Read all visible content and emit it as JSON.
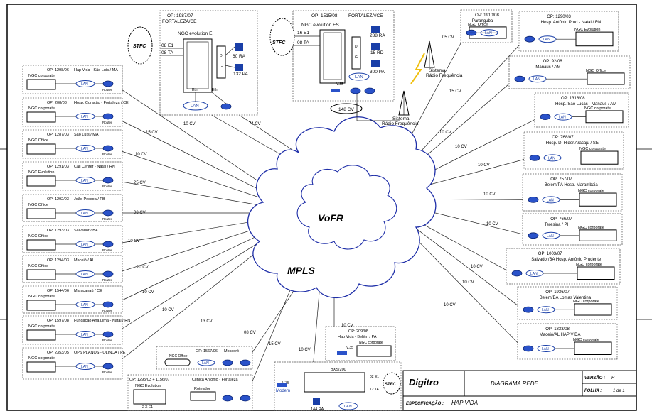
{
  "cloud": {
    "inner_label": "VoFR",
    "outer_label": "MPLS"
  },
  "generic": {
    "lan": "LAN",
    "router": "Router",
    "eth": "Eth",
    "modem": "Modem",
    "ngc_corporate": "NGC corporate",
    "ngc_office": "NGC Office",
    "ngc_evolution": "NGC Evolution"
  },
  "hubs": {
    "fortaleza_e": {
      "op": "OP: 1987/07",
      "place": "FORTALEZA/CE",
      "equipment": "NGC evolution E",
      "e1": "08 E1",
      "ta": "08 TA",
      "ra": "60 RA",
      "ra2": "132 PA",
      "stfc": "STFC",
      "link_cv": "74 CV"
    },
    "fortaleza_es": {
      "op": "OP: 1515/08",
      "place": "FORTALEZA/CE",
      "equipment": "NGC evolution ES",
      "e1": "16 E1",
      "ta": "08 TA",
      "ra": "288 RA",
      "rd": "15 RD",
      "pa": "300 PA",
      "stfc": "STFC",
      "v35": "V.35",
      "cv": "148 CV"
    },
    "radio": {
      "sistema1": "Sistema Rádio Frequência",
      "sistema2": "Sistema Rádio Frequência"
    }
  },
  "left_sites": [
    {
      "op": "OP: 1298/06",
      "name": "Hap Vida - São Luís / MA",
      "equip": "NGC corporate",
      "cv": ""
    },
    {
      "op": "OP: 208/08",
      "name": "Hosp. Coração - Fortaleza / CE",
      "equip": "NGC corporate",
      "cv": "15 CV"
    },
    {
      "op": "OP: 1287/03",
      "name": "São Luís / MA",
      "equip": "NGC Office",
      "cv": "10 CV"
    },
    {
      "op": "OP: 1291/03",
      "name": "Call Center - Natal / RN",
      "equip": "NGC Evolution",
      "cv": "25 CV"
    },
    {
      "op": "OP: 1292/03",
      "name": "João Pessoa / PB",
      "equip": "NGC Office",
      "cv": "08 CV"
    },
    {
      "op": "OP: 1293/03",
      "name": "Salvador / BA",
      "equip": "NGC Office",
      "cv": "10 CV"
    },
    {
      "op": "OP: 1294/03",
      "name": "Maceió / AL",
      "equip": "NGC Office",
      "cv": "20 CV"
    },
    {
      "op": "OP: 1544/06",
      "name": "Maracanaú / CE",
      "equip": "NGC corporate",
      "cv": "10 CV"
    },
    {
      "op": "OP: 1597/08",
      "name": "Fundação Ana Lima - Natal / RN",
      "equip": "NGC corporate",
      "cv": "10 CV"
    },
    {
      "op": "OP: 2353/05",
      "name": "OPS PLANOS - OLINDA / PE",
      "equip": "NGC corporate",
      "cv": "13 CV"
    }
  ],
  "left_extra_cv": "10 CV",
  "right_sites": [
    {
      "op": "OP: 1910/08",
      "name": "Paranguba",
      "equip": "NGC Office",
      "cv": "05 CV"
    },
    {
      "op": "OP: 1290/03",
      "name": "Hosp. Antônio Prud - Natal / RN",
      "equip": "NGC Evolution",
      "cv": "15 CV"
    },
    {
      "op": "OP: 92/06",
      "name": "Manaus / AM",
      "equip": "NGC Office",
      "cv": ""
    },
    {
      "op": "OP: 1318/08",
      "name": "Hosp. São Lucas - Manaus / AM",
      "equip": "NGC corporate",
      "cv": "10 CV"
    },
    {
      "op": "OP: 768/07",
      "name": "Hosp. D. Hider Aracaju / SE",
      "equip": "NGC corporate",
      "cv": "10 CV"
    },
    {
      "op": "OP: 757/07",
      "name": "Belém/PA Hosp. Marambaia",
      "equip": "NGC corporate",
      "cv": "10 CV"
    },
    {
      "op": "OP: 766/07",
      "name": "Teresina / PI",
      "equip": "NGC corporate",
      "cv": "10 CV"
    },
    {
      "op": "OP: 1003/07",
      "name": "Salvador/BA Hosp. Antônio Prudente",
      "equip": "NGC corporate",
      "cv": "10 CV"
    },
    {
      "op": "OP: 1936/07",
      "name": "Belém/BA Lomas Valentina",
      "equip": "NGC corporate",
      "cv": "10 CV"
    },
    {
      "op": "OP: 1833/08",
      "name": "Maceió/AL HAP VIDA",
      "equip": "NGC corporate",
      "cv": "10 CV"
    }
  ],
  "bottom_sites": [
    {
      "op": "OP: 1295/03 + 1156/07",
      "name": "Clínica Antônio - Fortaleza",
      "equip": "NGC Evolution",
      "rot": "Roteador",
      "cv": "15 CV"
    },
    {
      "op": "OP: 1567/06",
      "name": "Mossoró",
      "equip": "NGC Office",
      "cv": "08 CV"
    },
    {
      "op": "BXS/200",
      "name": "",
      "equip": "",
      "cv": "10 CV"
    },
    {
      "op": "OP: 209/08",
      "name": "Hap Vida - Belém / PA",
      "equip": "NGC corporate",
      "cv": "10 CV"
    }
  ],
  "bottom_misc": {
    "v35": "V.35",
    "e1": "02 E1",
    "ta": "12 TA",
    "stfc": "STFC",
    "ra": "144 RA",
    "e1_left": "2 X E1"
  },
  "title_block": {
    "brand": "Digitro",
    "diagram_label": "DIAGRAMA REDE",
    "version_label": "VERSÃO :",
    "version_value": "H",
    "page_label": "FOLHA :",
    "page_value": "1 de 1",
    "spec_label": "ESPECIFICAÇÃO :",
    "spec_value": "HAP VIDA"
  }
}
